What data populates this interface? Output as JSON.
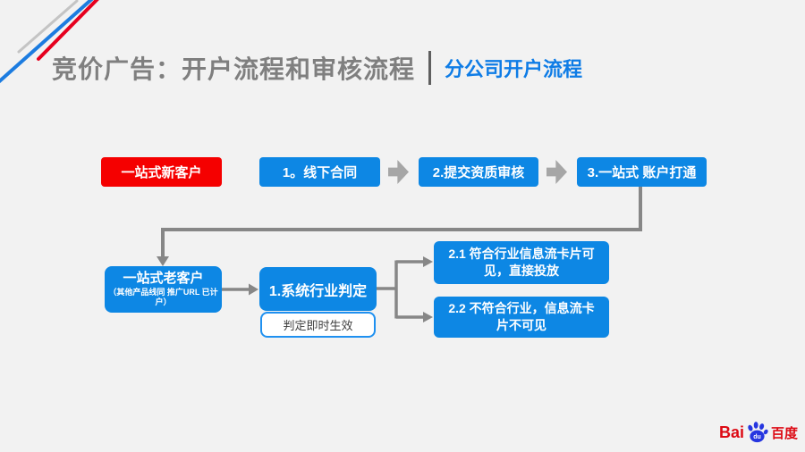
{
  "page": {
    "background": "#f2f2f2"
  },
  "header": {
    "title": "竞价广告：开户流程和审核流程",
    "subtitle": "分公司开户流程",
    "title_color": "#7f7f7f",
    "subtitle_color": "#0e7ce6"
  },
  "colors": {
    "box_blue": "#0d87e4",
    "box_red": "#f50000",
    "block_arrow_gray": "#a6a6a6",
    "connector_gray": "#878787",
    "callout_border_blue": "#1e90f0"
  },
  "icons": {
    "block_arrow": "thick right chevron arrow",
    "connector_arrowhead": "small triangle arrowhead",
    "baidu_paw": "blue paw print with du inside"
  },
  "flow_row1": {
    "new_customer": "一站式新客户",
    "step1": "1。线下合同",
    "step2": "2.提交资质审核",
    "step3": "3.一站式 账户打通"
  },
  "flow_row2": {
    "old_customer_title": "一站式老客户",
    "old_customer_note": "（其他产品线同 推广URL 已计户）",
    "judge": "1.系统行业判定",
    "judge_note": "判定即时生效",
    "branch_match": "2.1 符合行业信息流卡片可见，直接投放",
    "branch_no_match": "2.2 不符合行业，信息流卡片不可见"
  },
  "footer": {
    "logo_bai": "Bai",
    "logo_du": "du",
    "logo_cn": "百度"
  }
}
